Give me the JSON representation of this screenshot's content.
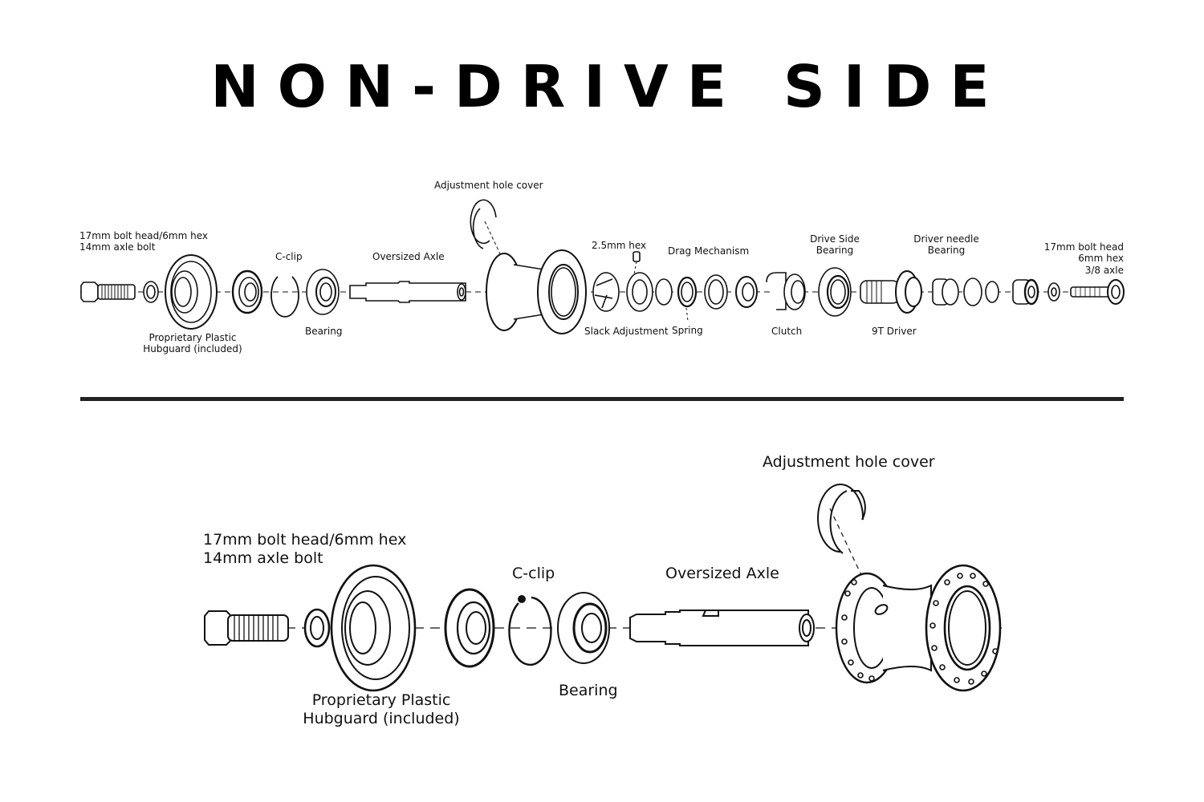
{
  "title": "NON-DRIVE SIDE",
  "full_assembly": {
    "labels": {
      "bolt": "17mm bolt head/6mm hex\n14mm axle bolt",
      "hubguard": "Proprietary Plastic\nHubguard (included)",
      "cclip": "C-clip",
      "bearing": "Bearing",
      "axle": "Oversized Axle",
      "cover": "Adjustment hole cover",
      "hex": "2.5mm hex",
      "slack": "Slack Adjustment",
      "drag": "Drag Mechanism",
      "spring": "Spring",
      "clutch": "Clutch",
      "ds_bearing": "Drive Side\nBearing",
      "driver": "9T Driver",
      "needle": "Driver needle\nBearing",
      "ds_bolt": "17mm bolt head\n6mm hex\n3/8 axle"
    }
  },
  "detail": {
    "labels": {
      "bolt": "17mm bolt head/6mm hex\n14mm axle bolt",
      "hubguard": "Proprietary Plastic\nHubguard (included)",
      "cclip": "C-clip",
      "bearing": "Bearing",
      "axle": "Oversized Axle",
      "cover": "Adjustment hole cover"
    }
  }
}
